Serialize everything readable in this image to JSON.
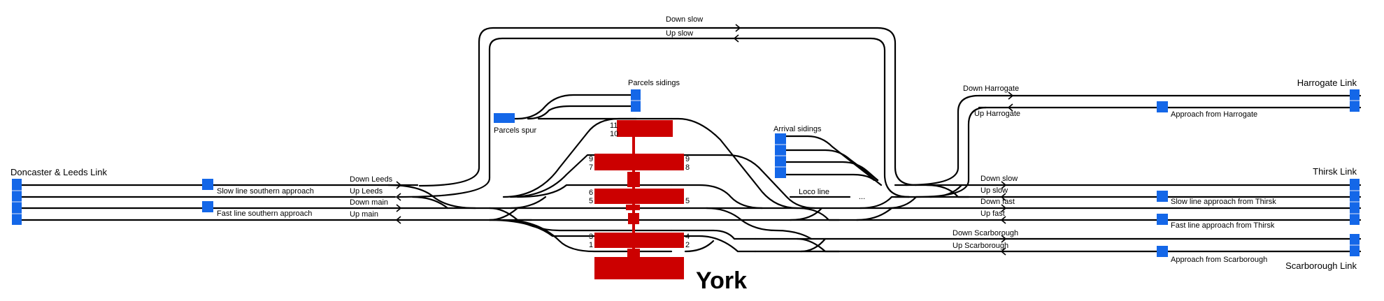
{
  "colors": {
    "track": "#000000",
    "signal_box": "#1467e8",
    "station": "#cc0000",
    "background": "#ffffff"
  },
  "station": {
    "name": "York",
    "platforms": [
      "11",
      "10",
      "9",
      "9",
      "7",
      "8",
      "6",
      "5",
      "5",
      "3",
      "4",
      "1",
      "2"
    ]
  },
  "links": {
    "doncaster_leeds": "Doncaster & Leeds Link",
    "harrogate": "Harrogate Link",
    "thirsk": "Thirsk Link",
    "scarborough": "Scarborough Link"
  },
  "lines": {
    "down_slow_top": "Down slow",
    "up_slow_top": "Up slow",
    "parcels_sidings": "Parcels sidings",
    "parcels_spur": "Parcels spur",
    "arrival_sidings": "Arrival sidings",
    "loco_line": "Loco line",
    "down_leeds": "Down Leeds",
    "up_leeds": "Up Leeds",
    "down_main": "Down main",
    "up_main": "Up main",
    "down_harrogate": "Down Harrogate",
    "up_harrogate": "Up Harrogate",
    "down_slow": "Down slow",
    "up_slow": "Up slow",
    "down_fast": "Down fast",
    "up_fast": "Up fast",
    "down_scarborough": "Down Scarborough",
    "up_scarborough": "Up Scarborough"
  },
  "approaches": {
    "slow_south": "Slow line southern approach",
    "fast_south": "Fast line southern approach",
    "harrogate": "Approach from Harrogate",
    "slow_thirsk": "Slow line approach from Thirsk",
    "fast_thirsk": "Fast line approach from Thirsk",
    "scarborough": "Approach from Scarborough"
  },
  "loco_marker": "..."
}
